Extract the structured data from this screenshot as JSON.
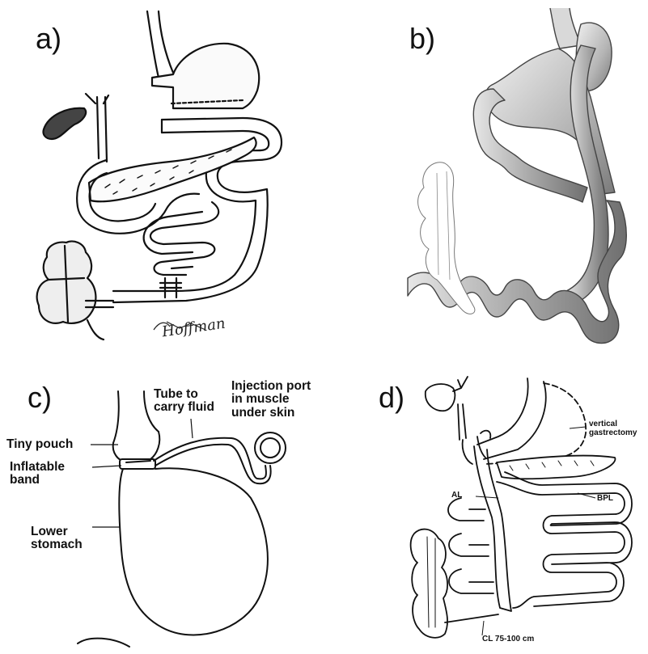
{
  "panels": {
    "a": {
      "label": "a)",
      "signature": "Hoffman"
    },
    "b": {
      "label": "b)"
    },
    "c": {
      "label": "c)",
      "labels": {
        "tube": "Tube to\ncarry fluid",
        "port": "Injection port\nin muscle\nunder skin",
        "pouch": "Tiny pouch",
        "band": "Inflatable\nband",
        "lower": "Lower\nstomach"
      }
    },
    "d": {
      "label": "d)",
      "labels": {
        "gastrectomy": "vertical\ngastrectomy",
        "al": "AL",
        "bpl": "BPL",
        "cl": "CL 75-100 cm"
      }
    }
  },
  "colors": {
    "ink": "#111111",
    "shade_dark": "#7a7a7a",
    "shade_light": "#d9d9d9",
    "background": "#ffffff"
  },
  "icons": {
    "organ_style": "line-art"
  }
}
